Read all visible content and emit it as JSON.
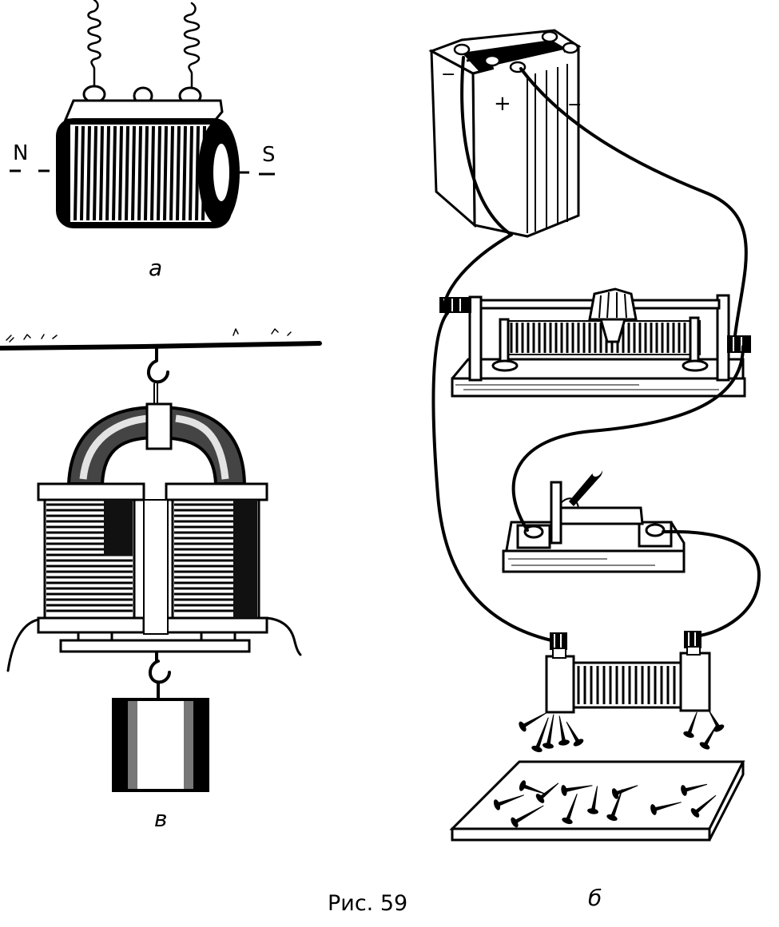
{
  "figure": {
    "caption": "Рис. 59",
    "ink_color": "#000000",
    "paper_color": "#ffffff",
    "panels": {
      "a": {
        "label": "а",
        "description": "coil electromagnet with terminals and springs",
        "pole_left": "N",
        "pole_right": "S"
      },
      "v": {
        "label": "в",
        "description": "horseshoe electromagnet hanging from a hook, holding a weight"
      },
      "b": {
        "label": "б",
        "description": "circuit: battery, rheostat, switch, electromagnet attracting nails",
        "battery": {
          "plus_sign": "+",
          "minus_left": "−",
          "minus_right": "−"
        }
      }
    }
  }
}
